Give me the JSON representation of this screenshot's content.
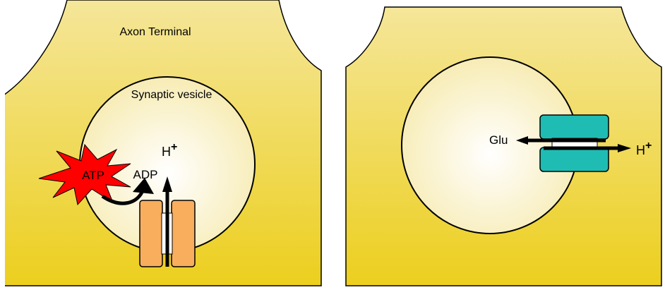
{
  "left_panel": {
    "terminal_label": "Axon Terminal",
    "vesicle_label": "Synaptic vesicle",
    "atp_label": "ATP",
    "adp_label": "ADP",
    "proton_label": "H",
    "proton_charge": "+"
  },
  "right_panel": {
    "glu_label": "Glu",
    "proton_label": "H",
    "proton_charge": "+"
  },
  "colors": {
    "terminal_top": "#f5e69a",
    "terminal_bottom": "#eccf1e",
    "vesicle_center": "#ffffff",
    "vesicle_edge": "#f8eebb",
    "pump": "#f9ae5e",
    "transporter": "#1fbcb3",
    "starburst": "#ff0000"
  }
}
